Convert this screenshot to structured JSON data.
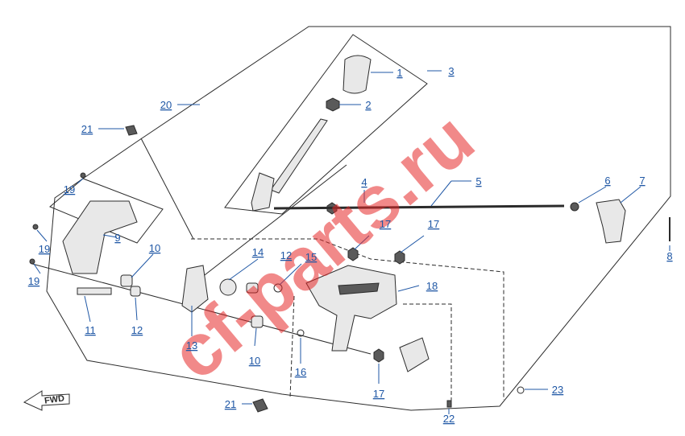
{
  "watermark": "cf-parts.ru",
  "direction_label": "FWD",
  "callouts": [
    {
      "label": "1"
    },
    {
      "label": "2"
    },
    {
      "label": "3"
    },
    {
      "label": "4"
    },
    {
      "label": "5"
    },
    {
      "label": "6"
    },
    {
      "label": "7"
    },
    {
      "label": "8"
    },
    {
      "label": "9"
    },
    {
      "label": "10"
    },
    {
      "label": "10"
    },
    {
      "label": "11"
    },
    {
      "label": "12"
    },
    {
      "label": "12"
    },
    {
      "label": "13"
    },
    {
      "label": "14"
    },
    {
      "label": "15"
    },
    {
      "label": "16"
    },
    {
      "label": "17"
    },
    {
      "label": "17"
    },
    {
      "label": "17"
    },
    {
      "label": "18"
    },
    {
      "label": "19"
    },
    {
      "label": "19"
    },
    {
      "label": "19"
    },
    {
      "label": "20"
    },
    {
      "label": "21"
    },
    {
      "label": "21"
    },
    {
      "label": "22"
    },
    {
      "label": "23"
    }
  ],
  "colors": {
    "callout": "#1f57a5",
    "line": "#2b2b2b",
    "watermark": "#e62828"
  }
}
